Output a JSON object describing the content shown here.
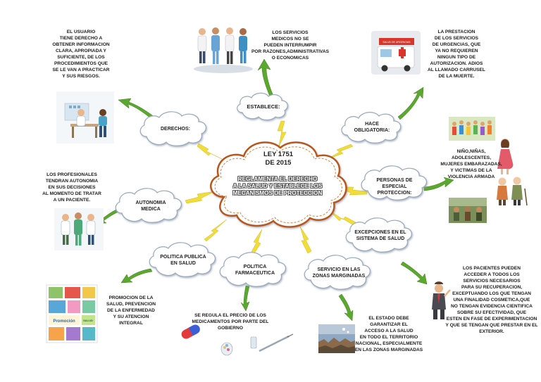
{
  "center": {
    "title": "LEY 1751\nDE 2015",
    "subtitle": "REGLAMENTA EL DERECHO\nA LA SALUD Y ESTABLECE LOS\nMECANISMOS DE PROTECCION"
  },
  "nodes": {
    "establece": "ESTABLECE:",
    "hace_obligatoria": "HACE\nOBLIGATORIA:",
    "personas": "PERSONAS DE\nESPECIAL PROTECCION:",
    "excepciones": "EXCEPCIONES EN EL\nSISTEMA DE SALUD",
    "zonas": "SERVICIO EN LAS\nZONAS MARGINADAS",
    "farmaceutica": "POLITICA\nFARMACEUTICA",
    "politica_publica": "POLITICA PUBLICA\nEN SALUD",
    "autonomia": "AUTONOMIA\nMEDICA",
    "derechos": "DERECHOS:"
  },
  "texts": {
    "servicios_medicos": "LOS SERVICIOS\nMEDICOS NO SE\nPUEDEN INTERRUMPIR\nPOR RAZONES,ADMINISTRATIVAS\nO ECONOMICAS",
    "urgencias": "LA PRESTACION\nDE LOS SERVICIOS\nDE URGENCIAS, QUE\nYA NO REQUIEREN\nNINGUN TIPO DE\nAUTORIZACION. ADIOS\nAL LLAMADO CARRUSEL\nDE LA MUERTE.",
    "usuario": "EL USUARIO\nTIENE DERECHO A\nOBTENER INFORMACION\nCLARA, APROPIADA Y\nSUFICIENTE, DE LOS\nPROCEDIMIENTOS QUE\nSE LE VAN A PRACTICAR\nY SUS RIESGOS.",
    "ninos": "NIÑO,NIÑAS,\nADOLESCENTES,\nMUJERES EMBARAZADAS,\nY VICTIMAS DE LA\nVIOLENCIA ARMADA",
    "profesionales": "LOS PROFESIONALES\nTENDRAN AUTONOMIA\nEN SUS DECISIONES\nAL MOMENTO DE TRATAR\nA UN PACIENTE.",
    "pacientes": "LOS PACIENTES PUEDEN\nACCEDER A TODOS LOS\nSERVICIOS NECESARIOS\nPARA SU RECUPERACION,\nEXCEPTUANDO LOS QUE TENGAN\nUNA FINALIDAD COSMETICA,QUE\nNO TENGAN EVIDENCIA CIENTIFICA\nSOBRE SU EFECTIVIDAD, QUE\nESTEN  EN FASE DE EXPERIMENTACION\nY QUE SE TENGAN QUE PRESTAR EN EL\nEXTERIOR.",
    "promocion": "PROMOCION DE LA\nSALUD, PREVENCION\nDE LA ENFERMEDAD\nY SU ATENCION\nINTEGRAL",
    "precio": "SE REGULA EL PRECIO DE LOS\nMEDICAMENTOS POR PARTE DEL\nGOBIERNO",
    "estado": "EL ESTADO DEBE\nGARANTIZAR EL\nACCESO A LA SALUD\nEN TODO EL TERRITORIO\nNACIONAL, ESPECIALMENTE\nEN LAS ZONAS MARGINADAS"
  },
  "image_labels": {
    "ambulance_sign": "SALUD DE URGENCIAS",
    "promotion_word": "Promoción",
    "promotion_word2": "SALUD"
  },
  "colors": {
    "lightning": "#f2dc3a",
    "arrow": "#5aa82e",
    "cloud_stroke": "#9aa9bd",
    "center_stroke": "#b8561f"
  }
}
